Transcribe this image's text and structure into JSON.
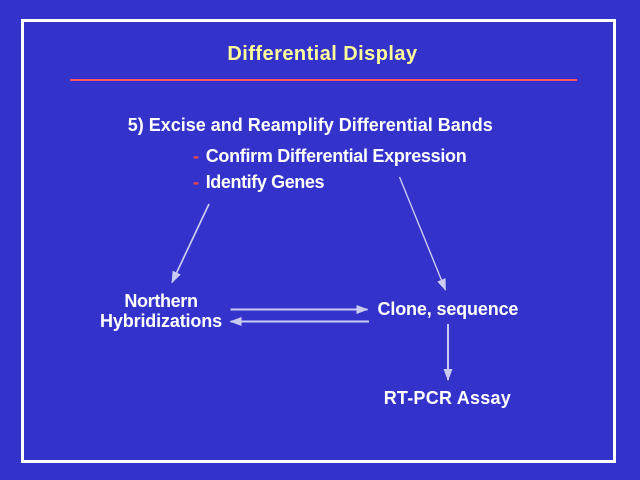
{
  "slide": {
    "title": "Differential Display",
    "colors": {
      "background": "#3333cc",
      "frame_border": "#ffffff",
      "title_text": "#ffff99",
      "title_underline": "#ff5566",
      "body_text": "#ffffff",
      "bullet_dash": "#ff4444",
      "arrow": "#c9cbf0"
    }
  },
  "content": {
    "step_heading": "5) Excise and Reamplify Differential Bands",
    "bullets": [
      {
        "dash": "-",
        "text": "Confirm Differential Expression"
      },
      {
        "dash": "-",
        "text": "Identify Genes"
      }
    ]
  },
  "diagram": {
    "nodes": [
      {
        "id": "northern-hybridizations",
        "lines": [
          "Northern",
          "Hybridizations"
        ]
      },
      {
        "id": "clone-sequence",
        "label": "Clone, sequence"
      },
      {
        "id": "rt-pcr-assay",
        "label": "RT-PCR Assay"
      }
    ],
    "edges": [
      {
        "from": "identify-genes-bullet",
        "to": "northern-hybridizations",
        "style": "diagonal-down-left"
      },
      {
        "from": "confirm-expression-bullet",
        "to": "clone-sequence",
        "style": "diagonal-down-right"
      },
      {
        "from": "northern-hybridizations",
        "to": "clone-sequence",
        "style": "horizontal-right"
      },
      {
        "from": "clone-sequence",
        "to": "northern-hybridizations",
        "style": "horizontal-left"
      },
      {
        "from": "clone-sequence",
        "to": "rt-pcr-assay",
        "style": "vertical-down"
      }
    ]
  }
}
